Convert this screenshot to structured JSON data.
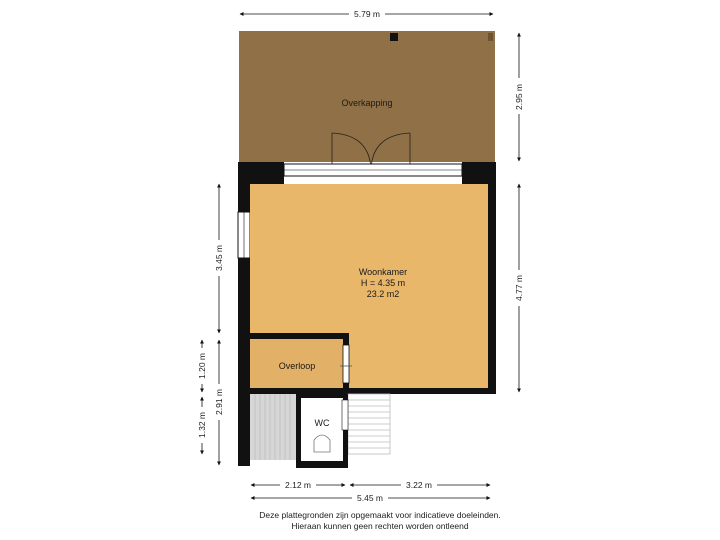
{
  "rooms": {
    "overkapping": {
      "name": "Overkapping"
    },
    "woonkamer": {
      "name": "Woonkamer",
      "height": "H = 4.35 m",
      "area": "23.2 m2"
    },
    "overloop": {
      "name": "Overloop"
    },
    "wc": {
      "name": "WC"
    }
  },
  "dimensions": {
    "top_width": "5.79 m",
    "right_overkapping": "2.95 m",
    "right_woonkamer": "4.77 m",
    "left_woonkamer": "3.45 m",
    "left_total": "2.91 m",
    "left_overloop": "1.20 m",
    "left_stairs": "1.32 m",
    "bottom_left": "2.12 m",
    "bottom_right": "3.22 m",
    "bottom_total": "5.45 m"
  },
  "disclaimer": {
    "line1": "Deze plattegronden zijn opgemaakt voor indicatieve doeleinden.",
    "line2": "Hieraan kunnen geen rechten worden ontleend"
  },
  "colors": {
    "overkapping": "#8f7047",
    "woonkamer": "#e8b76a",
    "overloop": "#e3b067",
    "wall": "#111111",
    "stairs": "#d6d6d6",
    "background": "#ffffff"
  }
}
